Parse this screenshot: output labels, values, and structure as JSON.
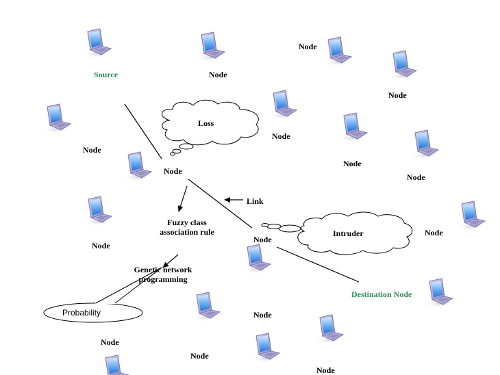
{
  "labels": {
    "source": "Source",
    "destination": "Destination Node",
    "node": "Node",
    "loss": "Loss",
    "intruder": "Intruder",
    "link": "Link",
    "fuzzy_line1": "Fuzzy class",
    "fuzzy_line2": "association rule",
    "gnp_line1": "Genetic network",
    "gnp_line2": "programming",
    "probability": "Probability"
  },
  "colors": {
    "endpoint_label": "#2e8b57",
    "text": "#000000",
    "laptop_screen": "#3a8de0",
    "laptop_body": "#b9b6dc"
  },
  "icons": {
    "node": "laptop-icon",
    "thought": "cloud-callout-icon",
    "callout": "ellipse-callout-icon"
  }
}
